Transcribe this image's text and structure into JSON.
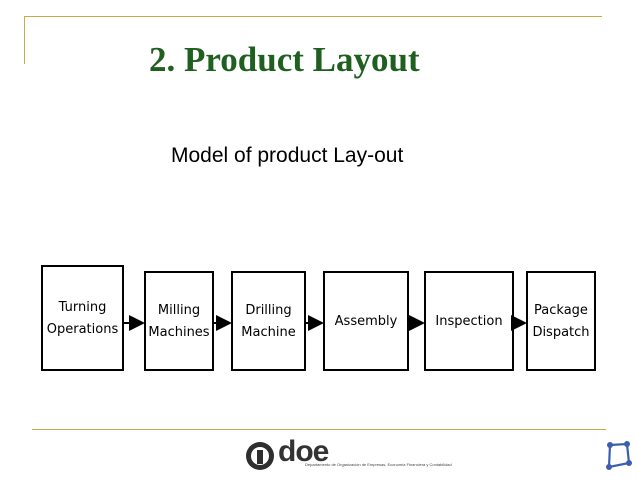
{
  "slide": {
    "title": "2. Product Layout",
    "subtitle": "Model of product Lay-out"
  },
  "diagram": {
    "steps": [
      {
        "lines": [
          "Turning",
          "Operations"
        ]
      },
      {
        "lines": [
          "Milling",
          "Machines"
        ]
      },
      {
        "lines": [
          "Drilling",
          "Machine"
        ]
      },
      {
        "lines": [
          "Assembly"
        ]
      },
      {
        "lines": [
          "Inspection"
        ]
      },
      {
        "lines": [
          "Package",
          "Dispatch"
        ]
      }
    ]
  },
  "footer": {
    "logo_text": "doe",
    "logo_tagline": "Departamento de Organización de Empresas, Economía Financiera y Contabilidad"
  },
  "colors": {
    "title": "#1f5f1f",
    "accent_line": "#c9a94a"
  }
}
